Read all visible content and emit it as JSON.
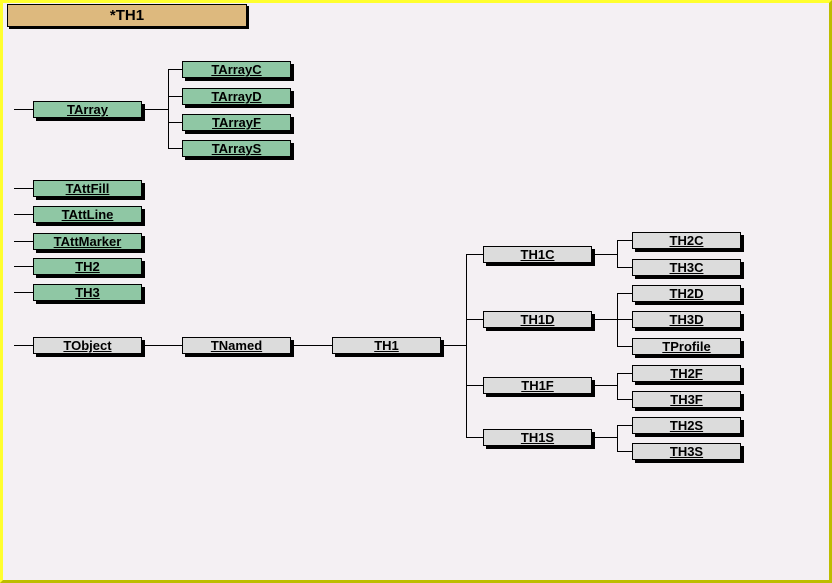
{
  "title": {
    "label": "*TH1"
  },
  "colors": {
    "green_box": "#8FC7A4",
    "gray_box": "#DCDCDC",
    "title_box": "#DDB97E",
    "background": "#F4F0F3",
    "border_highlight": "#FFFF2E",
    "border_shadow_edge": "#BDBD00",
    "box_shadow": "#000000",
    "line": "#000000"
  },
  "nodes": {
    "TArray": {
      "label": "TArray",
      "color": "green"
    },
    "TArrayC": {
      "label": "TArrayC",
      "color": "green"
    },
    "TArrayD": {
      "label": "TArrayD",
      "color": "green"
    },
    "TArrayF": {
      "label": "TArrayF",
      "color": "green"
    },
    "TArrayS": {
      "label": "TArrayS",
      "color": "green"
    },
    "TAttFill": {
      "label": "TAttFill",
      "color": "green"
    },
    "TAttLine": {
      "label": "TAttLine",
      "color": "green"
    },
    "TAttMarker": {
      "label": "TAttMarker",
      "color": "green"
    },
    "TH2": {
      "label": "TH2",
      "color": "green"
    },
    "TH3": {
      "label": "TH3",
      "color": "green"
    },
    "TObject": {
      "label": "TObject",
      "color": "gray"
    },
    "TNamed": {
      "label": "TNamed",
      "color": "gray"
    },
    "TH1": {
      "label": "TH1",
      "color": "gray"
    },
    "TH1C": {
      "label": "TH1C",
      "color": "gray"
    },
    "TH1D": {
      "label": "TH1D",
      "color": "gray"
    },
    "TH1F": {
      "label": "TH1F",
      "color": "gray"
    },
    "TH1S": {
      "label": "TH1S",
      "color": "gray"
    },
    "TH2C": {
      "label": "TH2C",
      "color": "gray"
    },
    "TH3C": {
      "label": "TH3C",
      "color": "gray"
    },
    "TH2D": {
      "label": "TH2D",
      "color": "gray"
    },
    "TH3D": {
      "label": "TH3D",
      "color": "gray"
    },
    "TProfile": {
      "label": "TProfile",
      "color": "gray"
    },
    "TH2F": {
      "label": "TH2F",
      "color": "gray"
    },
    "TH3F": {
      "label": "TH3F",
      "color": "gray"
    },
    "TH2S": {
      "label": "TH2S",
      "color": "gray"
    },
    "TH3S": {
      "label": "TH3S",
      "color": "gray"
    }
  },
  "edges": [
    {
      "parent": "TArray",
      "children": [
        "TArrayC",
        "TArrayD",
        "TArrayF",
        "TArrayS"
      ]
    },
    {
      "parent": "TObject",
      "children": [
        "TNamed"
      ]
    },
    {
      "parent": "TNamed",
      "children": [
        "TH1"
      ]
    },
    {
      "parent": "TH1",
      "children": [
        "TH1C",
        "TH1D",
        "TH1F",
        "TH1S"
      ]
    },
    {
      "parent": "TH1C",
      "children": [
        "TH2C",
        "TH3C"
      ]
    },
    {
      "parent": "TH1D",
      "children": [
        "TH2D",
        "TH3D",
        "TProfile"
      ]
    },
    {
      "parent": "TH1F",
      "children": [
        "TH2F",
        "TH3F"
      ]
    },
    {
      "parent": "TH1S",
      "children": [
        "TH2S",
        "TH3S"
      ]
    }
  ],
  "standalone_base_classes": [
    "TAttFill",
    "TAttLine",
    "TAttMarker",
    "TH2",
    "TH3"
  ]
}
